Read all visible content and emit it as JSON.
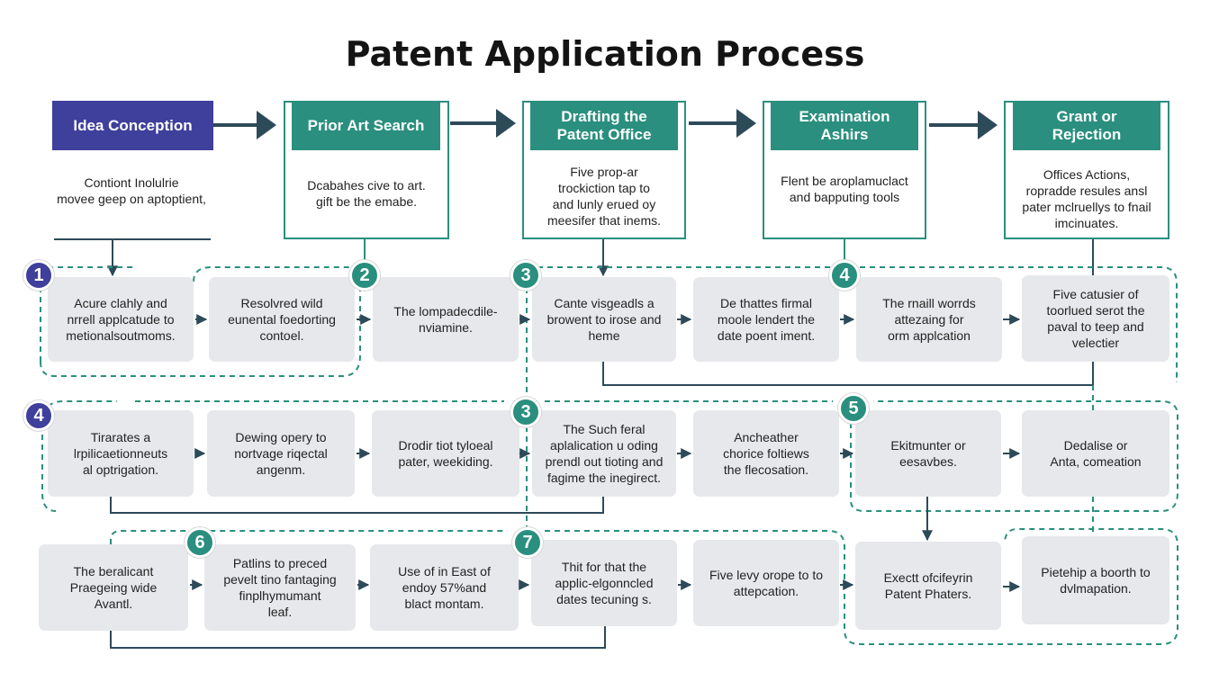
{
  "title": "Patent Application Process",
  "colors": {
    "purple": "#3f3f9c",
    "teal": "#2a8f7e",
    "card": "#e6e8eb",
    "line": "#2d4a59"
  },
  "stages": [
    {
      "label": "Idea Conception",
      "desc": "Contiont Inolulrie\nmovee geep on aptoptient,"
    },
    {
      "label": "Prior Art Search",
      "desc": "Dcabahes cive to art.\ngift be the emabe."
    },
    {
      "label": "Drafting the\nPatent Office",
      "desc": "Five prop-ar\ntrockiction tap to\nand lunly erued oy\nmeesifer that inems."
    },
    {
      "label": "Examination\nAshirs",
      "desc": "Flent be aroplamuclact\nand bapputing tools"
    },
    {
      "label": "Grant or\nRejection",
      "desc": "Offices Actions,\nropradde resules ansl\npater mclruellys to fnail\nimcinuates."
    }
  ],
  "rows": [
    [
      "Acure clahly and\nnrrell applcatude to\nmetionalsoutmoms.",
      "Resolvred wild\neunental foedorting\ncontoel.",
      "The lompadecdile-\nnviamine.",
      "Cante visgeadls a\nbrowent to irose and\nheme",
      "De thattes firmal\nmoole lendert the\ndate poent iment.",
      "The rnaill worrds\nattezaing for\norm applcation",
      "Five catusier of\ntoorlued serot the\npaval to teep and\nvelectier"
    ],
    [
      "Tirarates a\nlrpilicaetionneuts\nal optrigation.",
      "Dewing opery to\nnortvage riqectal\nangenm.",
      "Drodir tiot tyloeal\npater, weekiding.",
      "The Such feral\naplalication u oding\nprendl out tioting and\nfagime the inegirect.",
      "Ancheather\nchorice foltiews\nthe flecosation.",
      "Ekitmunter or\neesavbes.",
      "Dedalise or\nAnta, comeation"
    ],
    [
      "The beralicant\nPraegeing wide\nAvantl.",
      "Patlins to preced\npevelt tino fantaging\nfinplhymumant\nleaf.",
      "Use of in East of\nendoy 57%and\nblact montam.",
      "Thit for that the\napplic-elgonncled\ndates tecuning s.",
      "Five levy orope to to\nattepcation.",
      "Exectt ofcifeyrin\nPatent Phaters.",
      "Pietehip a boorth to\ndvlmapation."
    ]
  ],
  "badges": [
    {
      "num": "1",
      "color": "purple"
    },
    {
      "num": "2",
      "color": "teal"
    },
    {
      "num": "3",
      "color": "teal"
    },
    {
      "num": "4",
      "color": "teal"
    },
    {
      "num": "4",
      "color": "purple"
    },
    {
      "num": "3",
      "color": "teal"
    },
    {
      "num": "5",
      "color": "teal"
    },
    {
      "num": "6",
      "color": "teal"
    },
    {
      "num": "7",
      "color": "teal"
    }
  ]
}
